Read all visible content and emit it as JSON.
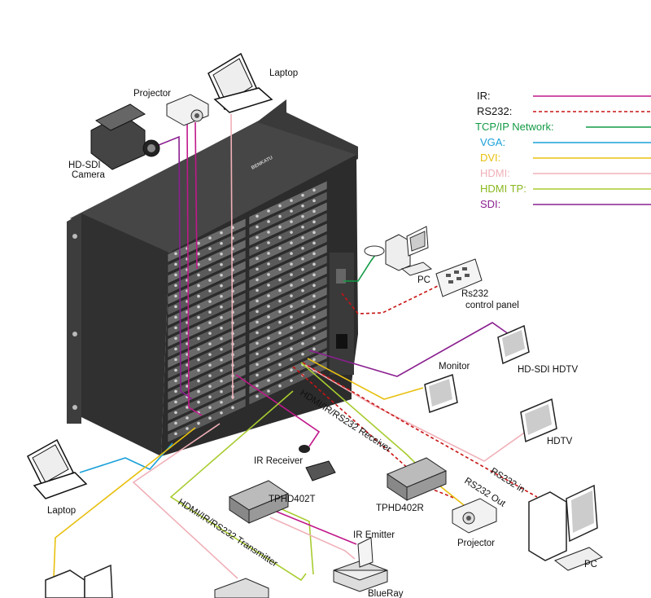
{
  "legend": [
    {
      "label": "IR:",
      "color": "#c0188a",
      "dashed": false
    },
    {
      "label": "RS232:",
      "color": "#c81414",
      "dashed": true
    },
    {
      "label": "TCP/IP Network:",
      "color": "#129a45",
      "dashed": false
    },
    {
      "label": "VGA:",
      "color": "#1aa0d8",
      "dashed": false
    },
    {
      "label": "DVI:",
      "color": "#e8c010",
      "dashed": false
    },
    {
      "label": "HDMI:",
      "color": "#f0b0b8",
      "dashed": false
    },
    {
      "label": "HDMI TP:",
      "color": "#a8cc30",
      "dashed": false
    },
    {
      "label": "SDI:",
      "color": "#8a2090",
      "dashed": false
    }
  ],
  "legend_text_colors": [
    "#111111",
    "#111111",
    "#129a45",
    "#1aa0d8",
    "#e8c010",
    "#f0b0b8",
    "#8ab820",
    "#8a2090"
  ],
  "brand": "BENKATU",
  "labels": {
    "laptop_top": "Laptop",
    "projector_top": "Projector",
    "camera_line1": "HD-SDI",
    "camera_line2": "Camera",
    "pc_top": "PC",
    "rs232_panel_line1": "Rs232",
    "rs232_panel_line2": "control panel",
    "monitor": "Monitor",
    "hdsdi_hdtv": "HD-SDI HDTV",
    "hdtv": "HDTV",
    "receiver_cable": "HDMI/IR/RS232 Receiver",
    "ir_receiver": "IR Receiver",
    "laptop_left": "Laptop",
    "tx_box": "TPHD402T",
    "rx_box": "TPHD402R",
    "rs232_in": "RS232 in",
    "rs232_out": "RS232 Out",
    "projector_bottom": "Projector",
    "pc_bottom": "PC",
    "transmitter_cable": "HDMI/IR/RS232 Transmitter",
    "ir_emitter": "IR Emitter",
    "blueray": "BlueRay"
  }
}
